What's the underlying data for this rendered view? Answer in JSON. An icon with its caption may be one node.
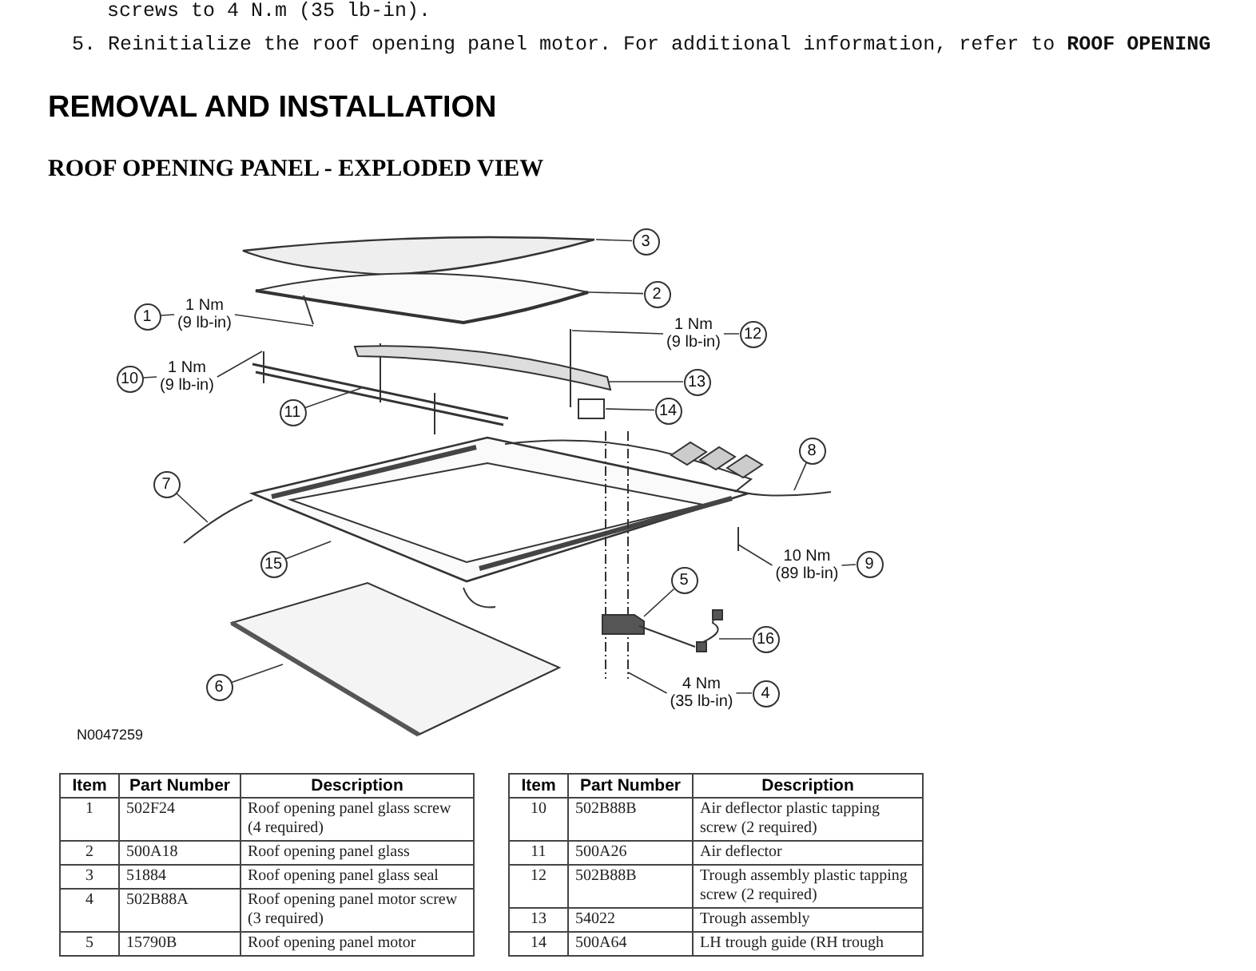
{
  "diagram": {
    "title": "ROOF OPENING PANEL - EXPLODED VIEW",
    "nodes": [
      {
        "text": [
          "3"
        ]
      },
      {
        "text": [
          "2"
        ]
      },
      {
        "text": [
          "1"
        ],
        "beside": [
          "1 Nm (9 lb-in)"
        ]
      },
      {
        "text": [
          "12"
        ],
        "beside": [
          "1 Nm (9 lb-in)"
        ]
      },
      {
        "text": [
          "10"
        ],
        "beside": [
          "1 Nm (9 lb-in)"
        ]
      },
      {
        "text": [
          "13"
        ]
      },
      {
        "text": [
          "11"
        ]
      },
      {
        "text": [
          "14"
        ]
      },
      {
        "text": [
          "8"
        ]
      },
      {
        "text": [
          "7"
        ]
      },
      {
        "text": [
          "15"
        ]
      },
      {
        "text": [
          "9"
        ],
        "beside": [
          "10 Nm (89 lb-in)"
        ]
      },
      {
        "text": [
          "5"
        ]
      },
      {
        "text": [
          "16"
        ]
      },
      {
        "text": [
          "6"
        ]
      },
      {
        "text": [
          "4"
        ],
        "beside": [
          "4 Nm (35 lb-in)"
        ]
      }
    ],
    "edges": [
      {
        "from": 0,
        "to": null,
        "arrow": "none"
      },
      {
        "from": 1,
        "to": null,
        "arrow": "none"
      },
      {
        "from": 2,
        "to": null,
        "arrow": "none"
      },
      {
        "from": 3,
        "to": null,
        "arrow": "none"
      },
      {
        "from": 4,
        "to": null,
        "arrow": "none"
      },
      {
        "from": 5,
        "to": null,
        "arrow": "none"
      },
      {
        "from": 6,
        "to": null,
        "arrow": "none"
      },
      {
        "from": 7,
        "to": null,
        "arrow": "none"
      },
      {
        "from": 8,
        "to": null,
        "arrow": "none"
      },
      {
        "from": 9,
        "to": null,
        "arrow": "none"
      },
      {
        "from": 10,
        "to": null,
        "arrow": "none"
      },
      {
        "from": 11,
        "to": null,
        "arrow": "none"
      },
      {
        "from": 12,
        "to": null,
        "arrow": "none"
      },
      {
        "from": 13,
        "to": null,
        "arrow": "none"
      },
      {
        "from": 14,
        "to": null,
        "arrow": "none"
      },
      {
        "from": 15,
        "to": null,
        "arrow": "none"
      }
    ],
    "labels": [
      "screws to 4 N.m (35 lb-in).",
      "5. Reinitialize the roof opening panel motor. For additional information, refer to **ROOF OPENING**",
      "REMOVAL AND INSTALLATION",
      "N0047259",
      "Item",
      "Part Number",
      "Description",
      "1",
      "502F24",
      "Roof opening panel glass screw (4 required)",
      "2",
      "500A18",
      "Roof opening panel glass",
      "3",
      "51884",
      "Roof opening panel glass seal",
      "4",
      "502B88A",
      "Roof opening panel motor screw (3 required)",
      "5",
      "15790B",
      "Roof opening panel motor",
      "Item",
      "Part Number",
      "Description",
      "10",
      "502B88B",
      "Air deflector plastic tapping screw (2 required)",
      "11",
      "500A26",
      "Air deflector",
      "12",
      "502B88B",
      "Trough assembly plastic tapping screw (2 required)",
      "13",
      "54022",
      "Trough assembly",
      "14",
      "500A64",
      "LH trough guide (RH trough"
    ]
  }
}
